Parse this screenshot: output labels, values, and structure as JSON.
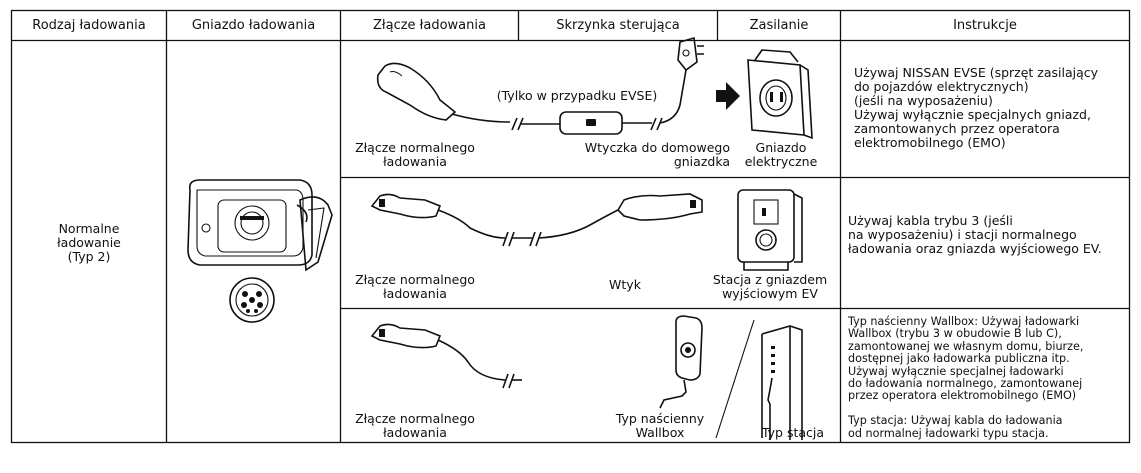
{
  "headers": {
    "col1": "Rodzaj ładowania",
    "col2": "Gniazdo ładowania",
    "col3": "Złącze ładowania",
    "col4": "Skrzynka sterująca",
    "col5": "Zasilanie",
    "col6": "Instrukcje"
  },
  "charging_type": {
    "line1": "Normalne",
    "line2": "ładowanie",
    "line3": "(Typ 2)"
  },
  "row1": {
    "connector_label_1": "Złącze normalnego",
    "connector_label_2": "ładowania",
    "evse_note": "(Tylko w przypadku EVSE)",
    "plug_label_1": "Wtyczka do domowego",
    "plug_label_2": "gniazdka",
    "socket_label_1": "Gniazdo",
    "socket_label_2": "elektryczne",
    "instructions": "Używaj NISSAN EVSE (sprzęt zasilający\ndo pojazdów elektrycznych)\n(jeśli na wyposażeniu)\nUżywaj wyłącznie specjalnych gniazd,\nzamontowanych przez operatora\nelektromobilnego (EMO)"
  },
  "row2": {
    "connector_label_1": "Złącze normalnego",
    "connector_label_2": "ładowania",
    "plug_label": "Wtyk",
    "station_label_1": "Stacja z gniazdem",
    "station_label_2": "wyjściowym EV",
    "instructions": "Używaj kabla trybu 3 (jeśli\nna wyposażeniu) i stacji normalnego\nładowania oraz gniazda wyjściowego EV."
  },
  "row3": {
    "connector_label_1": "Złącze normalnego",
    "connector_label_2": "ładowania",
    "wallbox_label_1": "Typ naścienny",
    "wallbox_label_2": "Wallbox",
    "station_label": "Typ stacja",
    "instructions": "Typ naścienny Wallbox: Używaj ładowarki\nWallbox (trybu 3 w obudowie B lub C),\nzamontowanej we własnym domu, biurze,\ndostępnej jako ładowarka publiczna itp.\nUżywaj wyłącznie specjalnej ładowarki\ndo ładowania normalnego, zamontowanej\nprzez operatora elektromobilnego (EMO)\n\n Typ stacja: Używaj kabla do ładowania\nod normalnej ładowarki typu stacja."
  },
  "colors": {
    "line": "#111111",
    "background": "#ffffff"
  }
}
